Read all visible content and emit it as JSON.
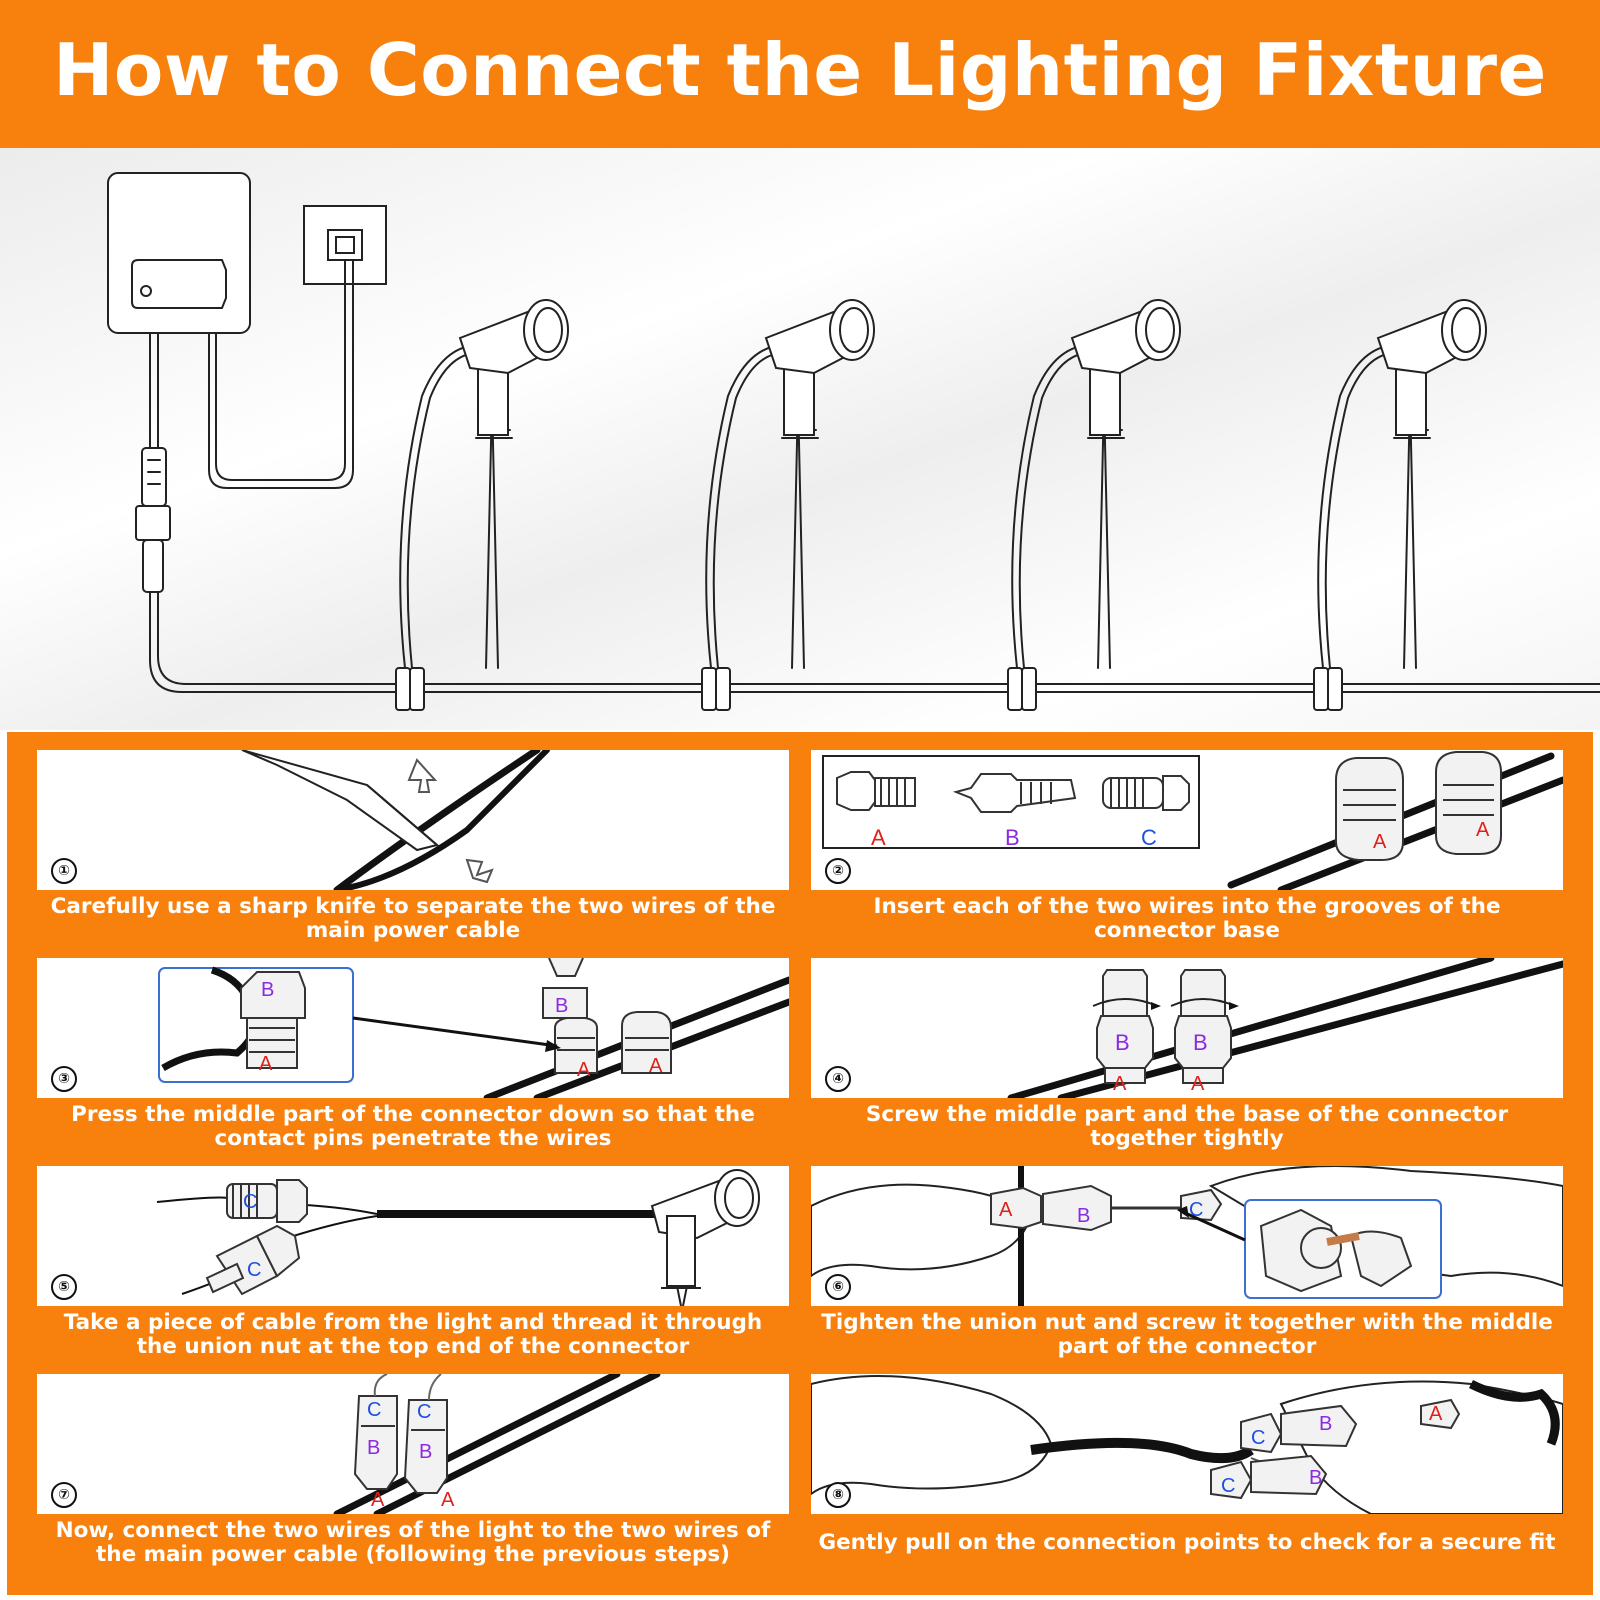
{
  "header": {
    "title": "How to Connect the Lighting Fixture"
  },
  "colors": {
    "brand_orange": "#f8810d",
    "label_a": "#e0201b",
    "label_b": "#8a2be2",
    "label_c": "#1f4fe0"
  },
  "parts": {
    "a": "A",
    "b": "B",
    "c": "C"
  },
  "steps": [
    {
      "num": "①",
      "caption": "Carefully use a sharp knife to separate the two wires of the main power cable"
    },
    {
      "num": "②",
      "caption": "Insert each of the two wires into the grooves of the connector base"
    },
    {
      "num": "③",
      "caption": "Press the middle part of the connector down so that the contact pins penetrate the wires"
    },
    {
      "num": "④",
      "caption": "Screw the middle part and the base of the connector together tightly"
    },
    {
      "num": "⑤",
      "caption": "Take a piece of cable from the light and thread it through the union nut at the top end of the connector"
    },
    {
      "num": "⑥",
      "caption": "Tighten the union nut and screw it together with the middle part of the connector"
    },
    {
      "num": "⑦",
      "caption": "Now, connect the two wires of the light to the two wires of the main power cable (following the previous steps)"
    },
    {
      "num": "⑧",
      "caption": "Gently pull on the connection points to check for a secure fit"
    }
  ]
}
